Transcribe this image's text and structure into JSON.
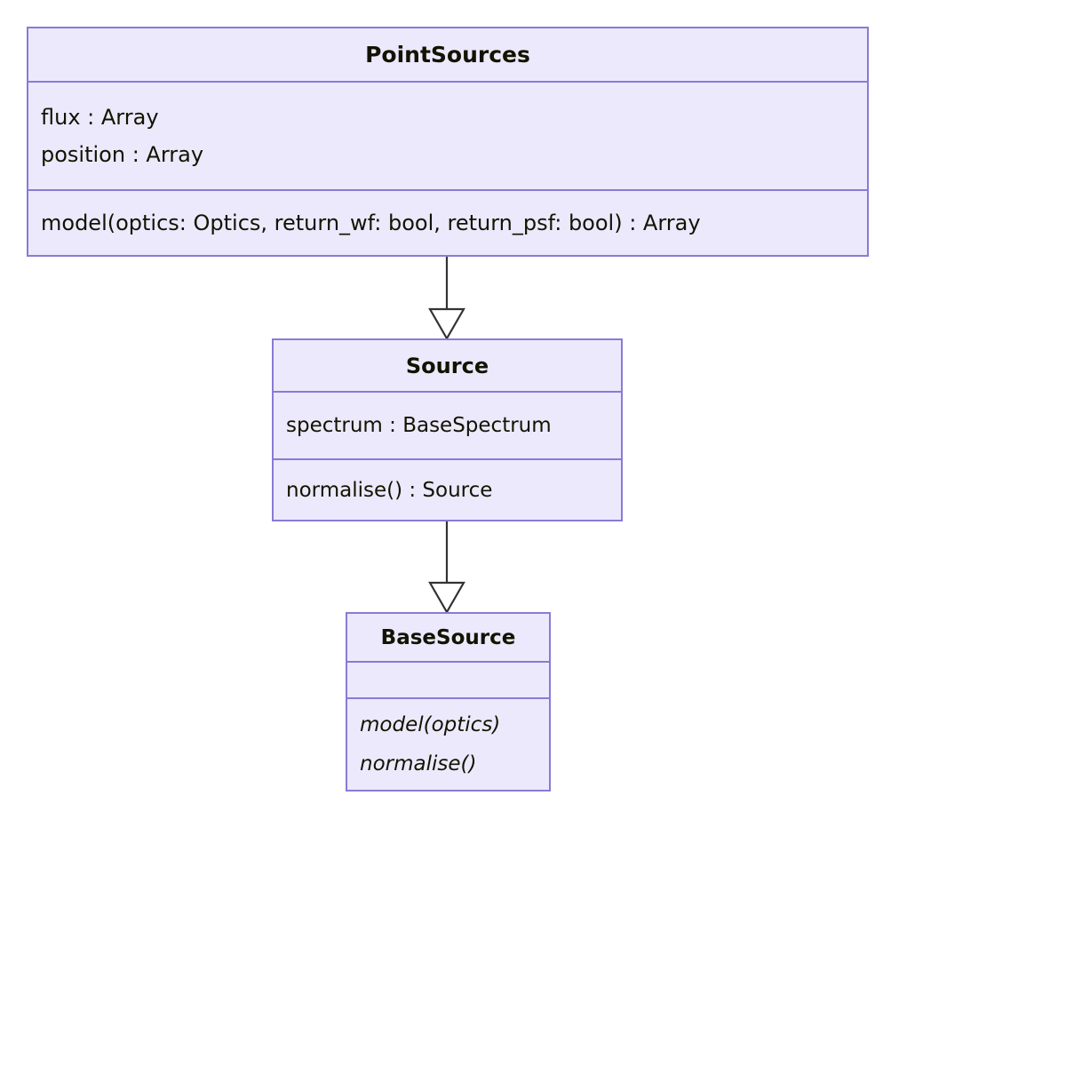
{
  "diagram": {
    "kind": "uml-class-diagram",
    "colors": {
      "box_fill": "#ece9fc",
      "box_border": "#8b7ad4",
      "edge": "#333333",
      "arrowhead_fill": "#ffffff",
      "text": "#131300",
      "background": "#ffffff"
    },
    "classes": [
      {
        "id": "pointsources",
        "name": "PointSources",
        "attributes": [
          "flux : Array",
          "position : Array"
        ],
        "methods": [
          "model(optics: Optics, return_wf: bool, return_psf: bool) : Array"
        ]
      },
      {
        "id": "source",
        "name": "Source",
        "attributes": [
          "spectrum : BaseSpectrum"
        ],
        "methods": [
          "normalise() : Source"
        ]
      },
      {
        "id": "basesource",
        "name": "BaseSource",
        "attributes": [],
        "methods": [
          "model(optics)",
          "normalise()"
        ]
      }
    ],
    "relationships": [
      {
        "id": "edge-pointsources-source",
        "from": "PointSources",
        "to": "Source",
        "type": "generalization",
        "arrowhead": "hollow-triangle"
      },
      {
        "id": "edge-source-basesource",
        "from": "Source",
        "to": "BaseSource",
        "type": "generalization",
        "arrowhead": "hollow-triangle"
      }
    ]
  }
}
